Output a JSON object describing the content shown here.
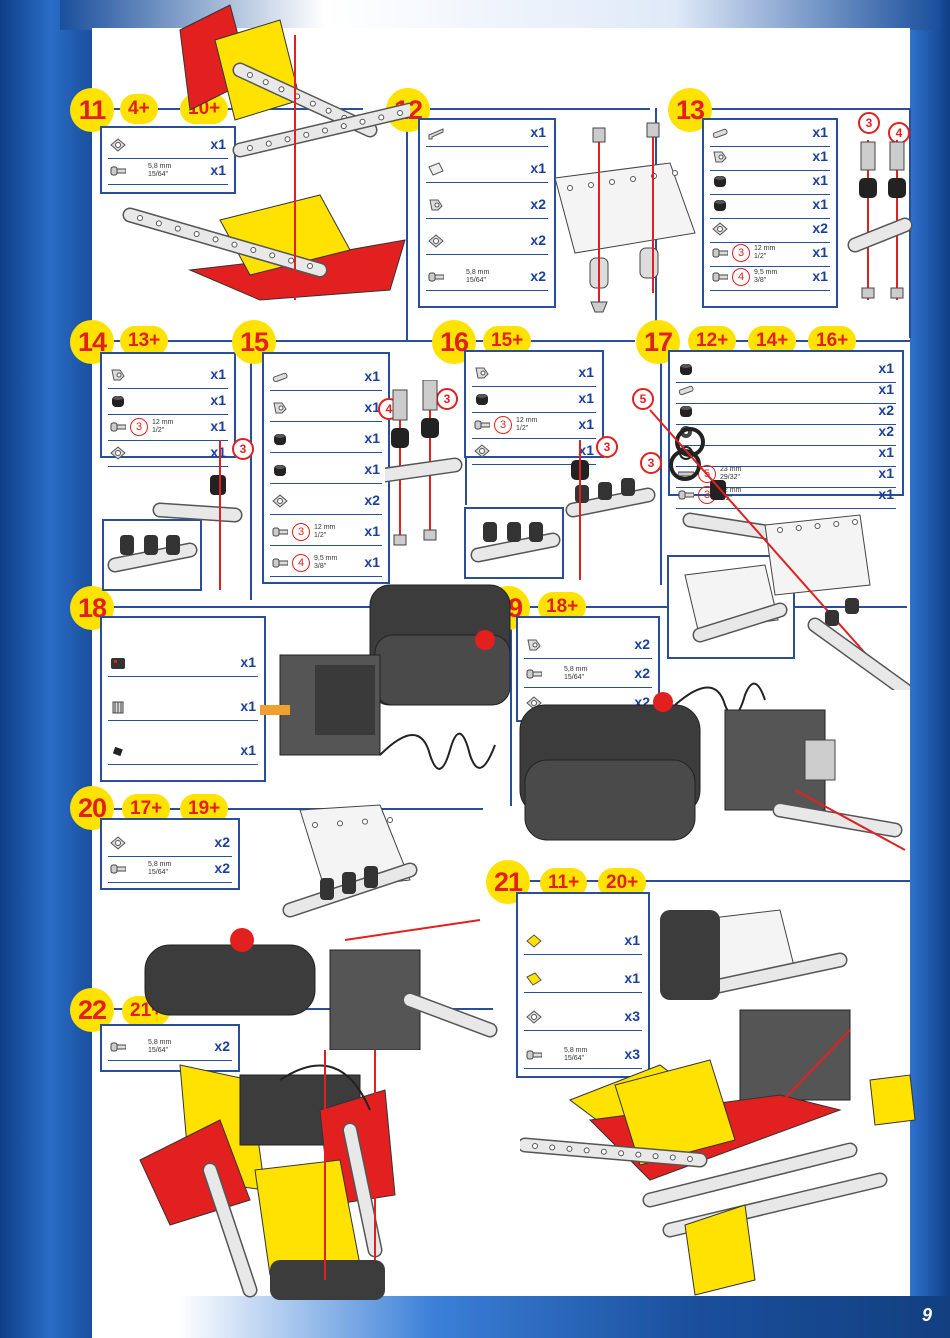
{
  "page_number": "9",
  "steps": [
    {
      "id": "s11",
      "number": "11",
      "prereqs": [
        "4+",
        "10+"
      ],
      "parts": [
        {
          "icon": "nut-icon",
          "qty": "x1"
        },
        {
          "icon": "screw-icon",
          "measure": "5,8 mm\n15/64\"",
          "qty": "x1"
        }
      ]
    },
    {
      "id": "s12",
      "number": "12",
      "prereqs": [],
      "parts": [
        {
          "icon": "angle-bracket-icon",
          "qty": "x1"
        },
        {
          "icon": "flat-plate-icon",
          "qty": "x1"
        },
        {
          "icon": "bracket-icon",
          "qty": "x2"
        },
        {
          "icon": "nut-icon",
          "qty": "x2"
        },
        {
          "icon": "screw-icon",
          "measure": "5,8 mm\n15/64\"",
          "qty": "x2"
        }
      ]
    },
    {
      "id": "s13",
      "number": "13",
      "prereqs": [],
      "parts": [
        {
          "icon": "strip-icon",
          "qty": "x1"
        },
        {
          "icon": "bracket-icon",
          "qty": "x1"
        },
        {
          "icon": "spacer-icon",
          "qty": "x1"
        },
        {
          "icon": "spacer-icon",
          "qty": "x1"
        },
        {
          "icon": "nut-icon",
          "qty": "x2"
        },
        {
          "icon": "screw-icon",
          "circle": "3",
          "measure": "12 mm\n1/2\"",
          "qty": "x1"
        },
        {
          "icon": "screw-icon",
          "circle": "4",
          "measure": "9,5 mm\n3/8\"",
          "qty": "x1"
        }
      ],
      "callouts": [
        "3",
        "4"
      ]
    },
    {
      "id": "s14",
      "number": "14",
      "prereqs": [
        "13+"
      ],
      "parts": [
        {
          "icon": "bracket-icon",
          "qty": "x1"
        },
        {
          "icon": "spacer-icon",
          "qty": "x1"
        },
        {
          "icon": "screw-icon",
          "circle": "3",
          "measure": "12 mm\n1/2\"",
          "qty": "x1"
        },
        {
          "icon": "nut-icon",
          "qty": "x1"
        }
      ],
      "callouts": [
        "3"
      ]
    },
    {
      "id": "s15",
      "number": "15",
      "prereqs": [],
      "parts": [
        {
          "icon": "strip-icon",
          "qty": "x1"
        },
        {
          "icon": "bracket-icon",
          "qty": "x1"
        },
        {
          "icon": "spacer-icon",
          "qty": "x1"
        },
        {
          "icon": "spacer-icon",
          "qty": "x1"
        },
        {
          "icon": "nut-icon",
          "qty": "x2"
        },
        {
          "icon": "screw-icon",
          "circle": "3",
          "measure": "12 mm\n1/2\"",
          "qty": "x1"
        },
        {
          "icon": "screw-icon",
          "circle": "4",
          "measure": "9,5 mm\n3/8\"",
          "qty": "x1"
        }
      ],
      "callouts": [
        "4",
        "3"
      ]
    },
    {
      "id": "s16",
      "number": "16",
      "prereqs": [
        "15+"
      ],
      "parts": [
        {
          "icon": "bracket-icon",
          "qty": "x1"
        },
        {
          "icon": "spacer-icon",
          "qty": "x1"
        },
        {
          "icon": "screw-icon",
          "circle": "3",
          "measure": "12 mm\n1/2\"",
          "qty": "x1"
        },
        {
          "icon": "nut-icon",
          "qty": "x1"
        }
      ],
      "callouts": [
        "3"
      ]
    },
    {
      "id": "s17",
      "number": "17",
      "prereqs": [
        "12+",
        "14+",
        "16+"
      ],
      "parts": [
        {
          "icon": "spacer-icon",
          "qty": "x1"
        },
        {
          "icon": "strip-icon",
          "qty": "x1"
        },
        {
          "icon": "spacer-icon",
          "qty": "x2"
        },
        {
          "icon": "washer-icon",
          "qty": "x2"
        },
        {
          "icon": "steering-wheel-icon",
          "qty": "x1"
        },
        {
          "icon": "rod-icon",
          "circle": "5",
          "measure": "23 mm\n29/32\"",
          "qty": "x1"
        },
        {
          "icon": "screw-icon",
          "circle": "3",
          "measure": "12 mm\n1/2\"",
          "qty": "x1"
        }
      ],
      "callouts": [
        "5",
        "3"
      ]
    },
    {
      "id": "s18",
      "number": "18",
      "prereqs": [],
      "parts": [
        {
          "icon": "motor-icon",
          "qty": "x1"
        },
        {
          "icon": "pinion-icon",
          "qty": "x1"
        },
        {
          "icon": "grub-screw-icon",
          "qty": "x1"
        }
      ]
    },
    {
      "id": "s19",
      "number": "19",
      "prereqs": [
        "18+"
      ],
      "parts": [
        {
          "icon": "bracket-icon",
          "qty": "x2"
        },
        {
          "icon": "screw-icon",
          "measure": "5,8 mm\n15/64\"",
          "qty": "x2"
        },
        {
          "icon": "nut-icon",
          "qty": "x2"
        }
      ]
    },
    {
      "id": "s20",
      "number": "20",
      "prereqs": [
        "17+",
        "19+"
      ],
      "parts": [
        {
          "icon": "nut-icon",
          "qty": "x2"
        },
        {
          "icon": "screw-icon",
          "measure": "5,8 mm\n15/64\"",
          "qty": "x2"
        }
      ]
    },
    {
      "id": "s21",
      "number": "21",
      "prereqs": [
        "11+",
        "20+"
      ],
      "parts": [
        {
          "icon": "square-plate-icon",
          "qty": "x1"
        },
        {
          "icon": "slotted-plate-icon",
          "qty": "x1"
        },
        {
          "icon": "nut-icon",
          "qty": "x3"
        },
        {
          "icon": "screw-icon",
          "measure": "5,8 mm\n15/64\"",
          "qty": "x3"
        }
      ]
    },
    {
      "id": "s22",
      "number": "22",
      "prereqs": [
        "21+"
      ],
      "parts": [
        {
          "icon": "screw-icon",
          "measure": "5,8 mm\n15/64\"",
          "qty": "x2"
        }
      ]
    }
  ]
}
